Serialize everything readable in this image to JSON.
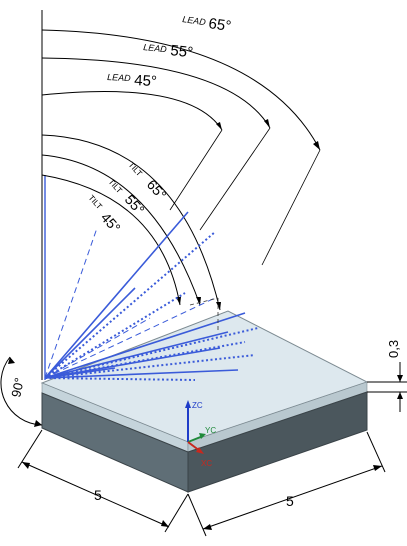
{
  "labels": {
    "lead_65_word": "LEAD",
    "lead_65_value": "65°",
    "lead_55_word": "LEAD",
    "lead_55_value": "55°",
    "lead_45_word": "LEAD",
    "lead_45_value": "45°",
    "tilt_65_word": "TILT",
    "tilt_65_value": "65°",
    "tilt_55_word": "TILT",
    "tilt_55_value": "55°",
    "tilt_45_word": "TILT",
    "tilt_45_value": "45°",
    "right_angle": "90°",
    "thickness": "0,3",
    "width_left": "5",
    "width_right": "5"
  },
  "axes": {
    "z": "ZC",
    "y": "YC",
    "x": "XC"
  },
  "colors": {
    "tool_lines": "#3a5bd9",
    "plate_top": "#dde8ee",
    "plate_side_left": "#5f6e76",
    "plate_side_right": "#4b575d",
    "axis_z": "#1e3cc8",
    "axis_y": "#1f8a3a",
    "axis_x": "#c8281e"
  }
}
